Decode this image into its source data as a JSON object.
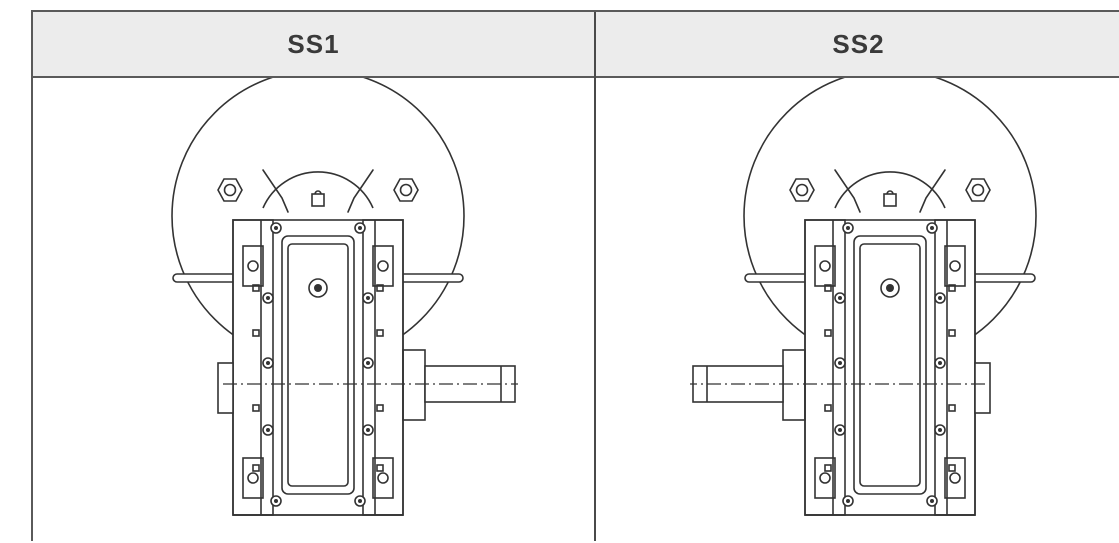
{
  "table": {
    "columns": [
      {
        "label": "SS1",
        "shaft_side": "right"
      },
      {
        "label": "SS2",
        "shaft_side": "left"
      }
    ]
  },
  "colors": {
    "header_bg": "#ececec",
    "line": "#333333",
    "border": "#5a5a5a"
  },
  "icons": [
    "gearbox-front-view-icon"
  ]
}
